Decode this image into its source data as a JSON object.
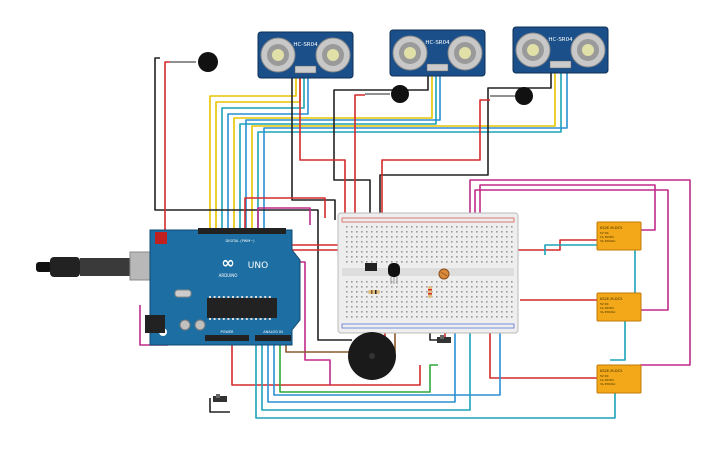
{
  "sensors": [
    {
      "label": "HC-SR04"
    },
    {
      "label": "HC-SR04"
    },
    {
      "label": "HC-SR04"
    }
  ],
  "relays": [
    {
      "label": "KS2E-M-DC5",
      "rating1": "5V DC",
      "rating2": "1A 30VDC",
      "rating3": "3A 250VAC"
    },
    {
      "label": "KS2E-M-DC5",
      "rating1": "5V DC",
      "rating2": "1A 30VDC",
      "rating3": "3A 250VAC"
    },
    {
      "label": "KS2E-M-DC5",
      "rating1": "5V DC",
      "rating2": "1A 30VDC",
      "rating3": "3A 250VAC"
    }
  ],
  "arduino": {
    "brand": "ARDUINO",
    "model": "UNO",
    "digital_label": "DIGITAL (PWM~)",
    "power_label": "POWER",
    "analog_label": "ANALOG IN"
  },
  "colors": {
    "wire_red": "#d42a2a",
    "wire_black": "#222222",
    "wire_yellow": "#e8c400",
    "wire_blue": "#2a8fd4",
    "wire_teal": "#1aa3b8",
    "wire_magenta": "#c02a8a",
    "wire_green": "#2ea83a",
    "wire_brown": "#8a5a2a",
    "board_blue": "#1d6fa3",
    "sensor_blue": "#1a4f8a",
    "relay_orange": "#f2a818"
  }
}
